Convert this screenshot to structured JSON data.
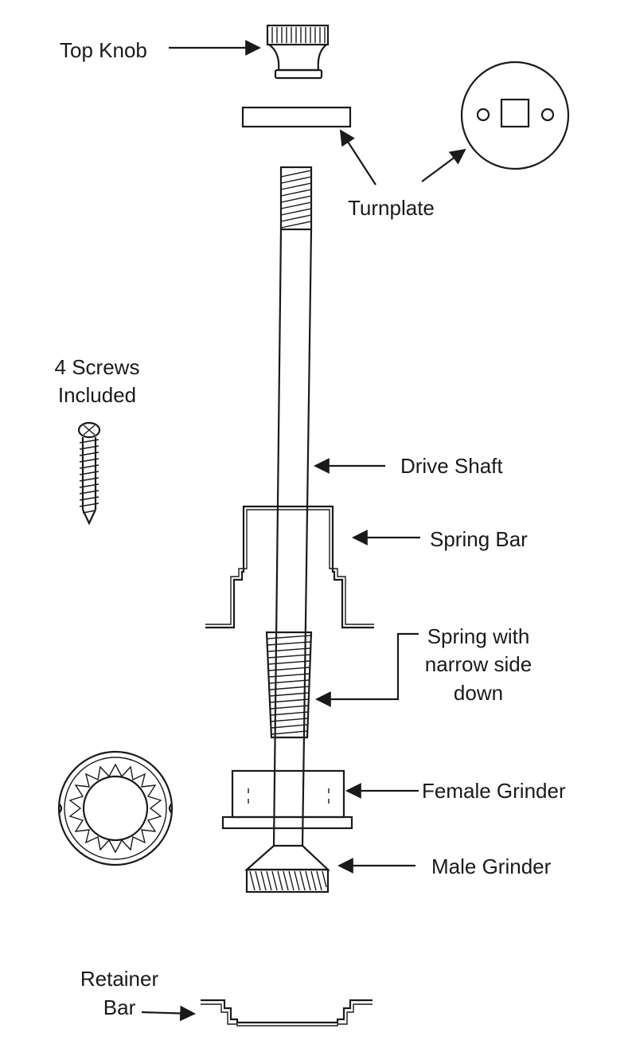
{
  "labels": {
    "top_knob": "Top Knob",
    "turnplate": "Turnplate",
    "screws_line1": "4 Screws",
    "screws_line2": "Included",
    "drive_shaft": "Drive Shaft",
    "spring_bar": "Spring Bar",
    "spring_line1": "Spring with",
    "spring_line2": "narrow side",
    "spring_line3": "down",
    "female_grinder": "Female Grinder",
    "male_grinder": "Male Grinder",
    "retainer_line1": "Retainer",
    "retainer_line2": "Bar"
  },
  "colors": {
    "ink": "#1a1a1a",
    "paper": "#ffffff"
  }
}
